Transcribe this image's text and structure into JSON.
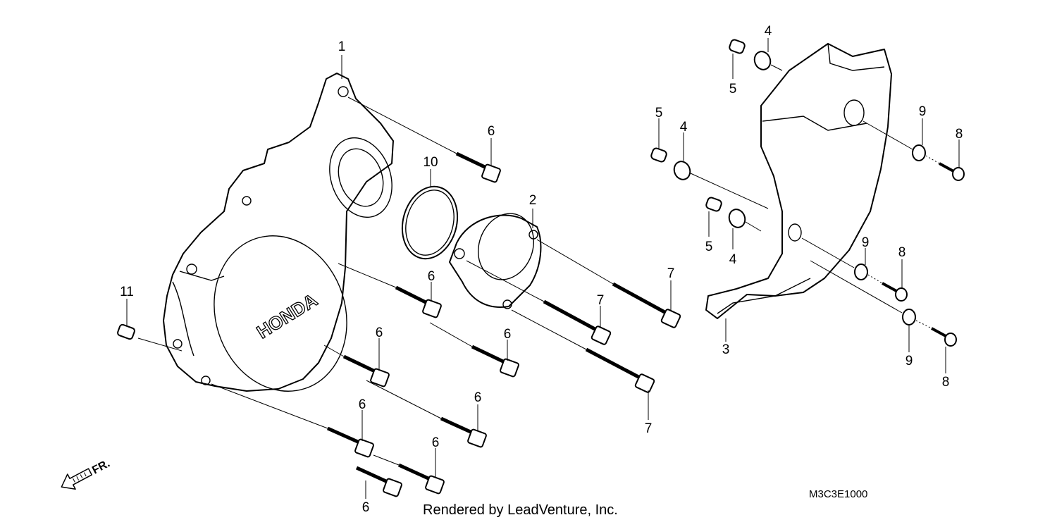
{
  "diagram": {
    "brand_mark": "HONDA",
    "direction_label": "FR.",
    "diagram_code": "M3C3E1000",
    "credit": "Rendered by LeadVenture, Inc."
  },
  "callouts": [
    {
      "label": "1",
      "part": "left-crankcase-cover"
    },
    {
      "label": "2",
      "part": "cap"
    },
    {
      "label": "3",
      "part": "outer-cover"
    },
    {
      "label": "4",
      "part": "grommet"
    },
    {
      "label": "4",
      "part": "grommet"
    },
    {
      "label": "4",
      "part": "grommet"
    },
    {
      "label": "5",
      "part": "collar"
    },
    {
      "label": "5",
      "part": "collar"
    },
    {
      "label": "5",
      "part": "collar"
    },
    {
      "label": "6",
      "part": "bolt"
    },
    {
      "label": "6",
      "part": "bolt"
    },
    {
      "label": "6",
      "part": "bolt"
    },
    {
      "label": "6",
      "part": "bolt"
    },
    {
      "label": "6",
      "part": "bolt"
    },
    {
      "label": "6",
      "part": "bolt"
    },
    {
      "label": "6",
      "part": "bolt"
    },
    {
      "label": "6",
      "part": "bolt"
    },
    {
      "label": "7",
      "part": "bolt"
    },
    {
      "label": "7",
      "part": "bolt"
    },
    {
      "label": "7",
      "part": "bolt"
    },
    {
      "label": "8",
      "part": "screw"
    },
    {
      "label": "8",
      "part": "screw"
    },
    {
      "label": "8",
      "part": "screw"
    },
    {
      "label": "9",
      "part": "washer"
    },
    {
      "label": "9",
      "part": "washer"
    },
    {
      "label": "9",
      "part": "washer"
    },
    {
      "label": "10",
      "part": "o-ring"
    },
    {
      "label": "11",
      "part": "dowel-pin"
    }
  ]
}
